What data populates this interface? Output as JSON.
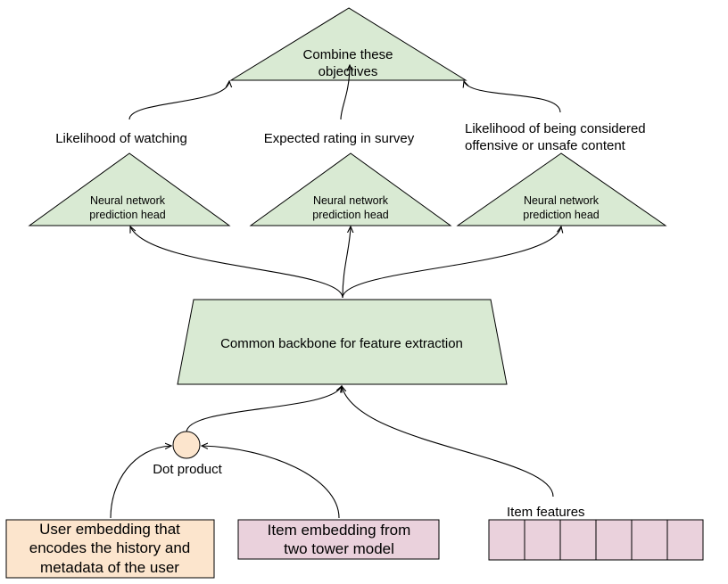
{
  "colors": {
    "green_fill": "#d9ead3",
    "orange_fill": "#fce5cd",
    "pink_fill": "#ead1dc",
    "stroke": "#000000"
  },
  "top": {
    "label_line1": "Combine these",
    "label_line2": "objectives"
  },
  "objectives": [
    {
      "label_line1": "Likelihood of watching",
      "label_line2": ""
    },
    {
      "label_line1": "Expected rating in survey",
      "label_line2": ""
    },
    {
      "label_line1": "Likelihood of being considered",
      "label_line2": "offensive or unsafe content"
    }
  ],
  "heads": [
    {
      "line1": "Neural network",
      "line2": "prediction head"
    },
    {
      "line1": "Neural network",
      "line2": "prediction head"
    },
    {
      "line1": "Neural network",
      "line2": "prediction head"
    }
  ],
  "backbone": {
    "label": "Common backbone for feature extraction"
  },
  "dot_product": {
    "label": "Dot product"
  },
  "user_embedding": {
    "line1": "User embedding that",
    "line2": "encodes the history and",
    "line3": "metadata of the user"
  },
  "item_embedding": {
    "line1": "Item embedding from",
    "line2": "two tower model"
  },
  "item_features": {
    "label": "Item features",
    "cell_count": 6
  }
}
